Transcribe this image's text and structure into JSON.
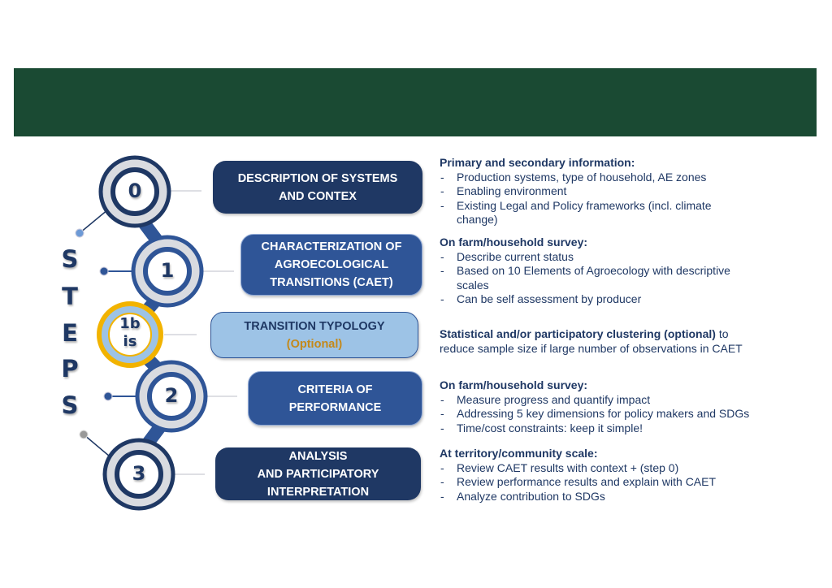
{
  "steps_label": [
    "S",
    "T",
    "E",
    "P",
    "S"
  ],
  "steps": [
    {
      "number": "0",
      "title_lines": [
        "DESCRIPTION OF SYSTEMS",
        "AND CONTEX"
      ],
      "desc_heading": "Primary and secondary information:",
      "bullets": [
        "Production systems, type of household, AE zones",
        "Enabling environment",
        "Existing Legal and Policy frameworks (incl. climate change)"
      ]
    },
    {
      "number": "1",
      "title_lines": [
        "CHARACTERIZATION OF",
        "AGROECOLOGICAL",
        "TRANSITIONS (CAET)"
      ],
      "desc_heading": "On farm/household survey:",
      "bullets": [
        "Describe current status",
        "Based on 10 Elements of Agroecology with descriptive scales",
        "Can be self assessment by producer"
      ]
    },
    {
      "number_lines": [
        "1b",
        "is"
      ],
      "title_lines": [
        "TRANSITION TYPOLOGY"
      ],
      "title_optional": "(Optional)",
      "desc_heading": "Statistical and/or participatory clustering (optional)",
      "desc_rest": " to reduce sample size if large number of observations in CAET"
    },
    {
      "number": "2",
      "title_lines": [
        "CRITERIA OF",
        "PERFORMANCE"
      ],
      "desc_heading": "On farm/household survey:",
      "bullets": [
        "Measure progress and quantify impact",
        "Addressing 5 key dimensions for policy makers and SDGs",
        "Time/cost constraints: keep it simple!"
      ]
    },
    {
      "number": "3",
      "title_lines": [
        "ANALYSIS",
        "AND PARTICIPATORY",
        "INTERPRETATION"
      ],
      "desc_heading": "At territory/community scale:",
      "bullets": [
        "Review CAET results with context + (step 0)",
        "Review performance results and explain with CAET",
        "Analyze contribution to SDGs"
      ]
    }
  ],
  "colors": {
    "banner": "#1a4a33",
    "navy": "#1f3864",
    "blue": "#2f5597",
    "light": "#9dc3e6",
    "gold": "#f2b300"
  }
}
